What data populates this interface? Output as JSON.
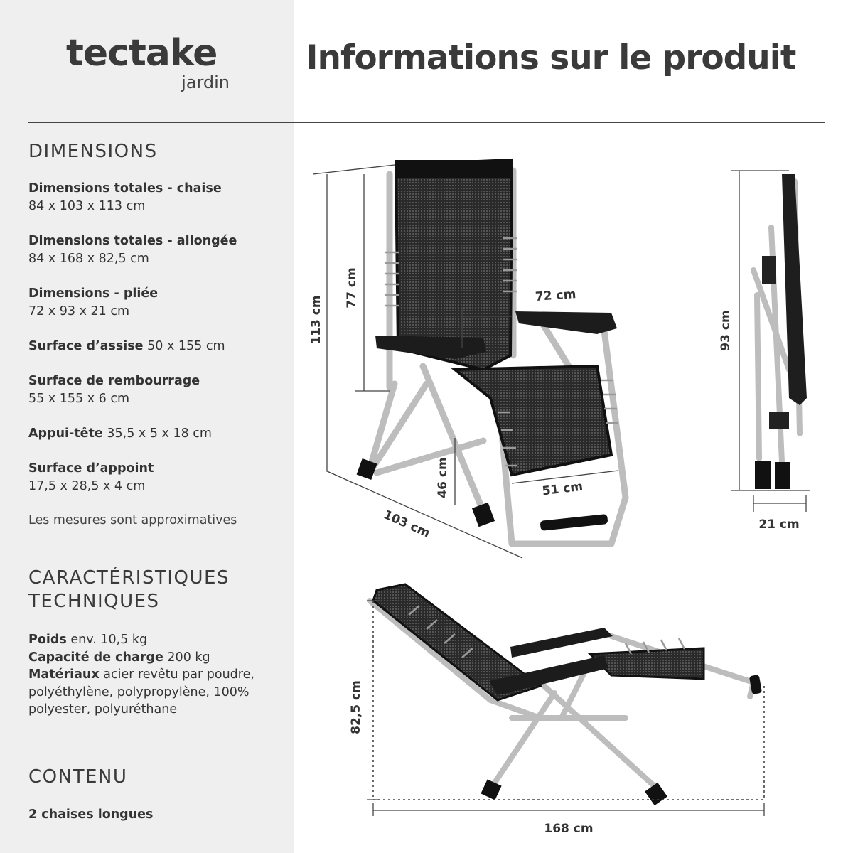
{
  "brand": {
    "name": "tectake",
    "sub": "jardin"
  },
  "title": "Informations sur le produit",
  "dimensions": {
    "heading": "DIMENSIONS",
    "items": [
      {
        "label": "Dimensions totales - chaise",
        "value": "84 x 103 x 113 cm"
      },
      {
        "label": "Dimensions totales - allongée",
        "value": "84 x 168 x 82,5 cm"
      },
      {
        "label": "Dimensions - pliée",
        "value": "72 x 93 x 21 cm"
      },
      {
        "label": "Surface d’assise",
        "value": "50 x 155 cm"
      },
      {
        "label": "Surface de rembourrage",
        "value": "55 x 155 x 6 cm"
      },
      {
        "label": "Appui-tête",
        "value": "35,5 x 5 x 18 cm"
      },
      {
        "label": "Surface d’appoint",
        "value": "17,5 x 28,5 x 4 cm"
      }
    ],
    "note": "Les mesures sont approximatives"
  },
  "tech": {
    "heading_line1": "CARACTÉRISTIQUES",
    "heading_line2": "TECHNIQUES",
    "items": [
      {
        "label": "Poids",
        "value": "env. 10,5 kg"
      },
      {
        "label": "Capacité de charge",
        "value": "200 kg"
      },
      {
        "label": "Matériaux",
        "value": "acier revêtu par poudre, polyéthylène, polypropylène, 100% polyester, polyuréthane"
      }
    ]
  },
  "contents": {
    "heading": "CONTENU",
    "value": "2 chaises longues"
  },
  "figure_labels": {
    "chair_height": "113 cm",
    "back_height": "77 cm",
    "arm_width": "72 cm",
    "seat_height": "46 cm",
    "seat_width": "51 cm",
    "depth": "103 cm",
    "folded_height": "93 cm",
    "folded_depth": "21 cm",
    "reclined_height": "82,5 cm",
    "reclined_length": "168 cm"
  }
}
